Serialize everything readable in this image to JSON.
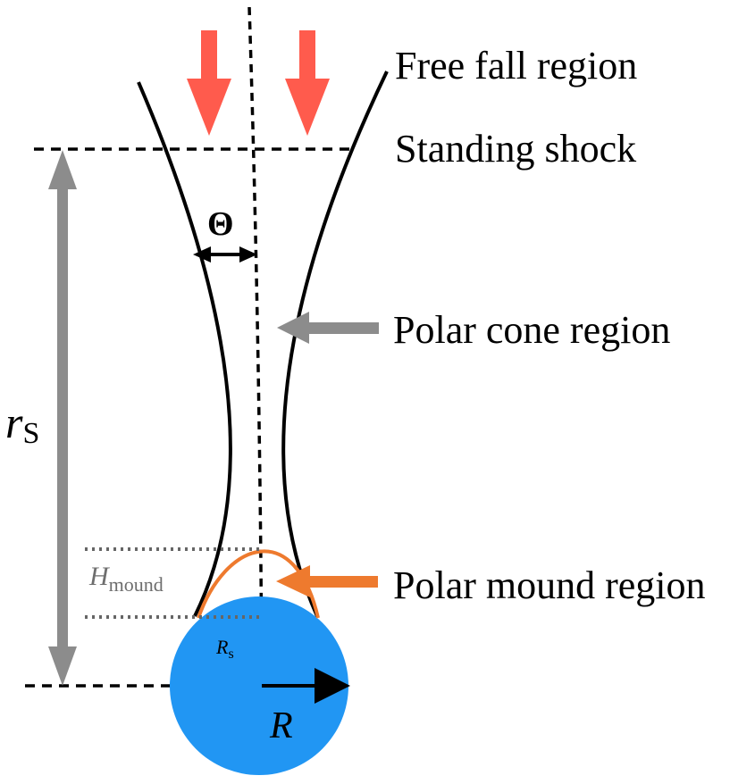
{
  "labels": {
    "free_fall": "Free fall region",
    "standing_shock": "Standing shock",
    "polar_cone": "Polar cone region",
    "polar_mound": "Polar mound region",
    "theta": "Θ",
    "r_shock_main": "r",
    "r_shock_sub": "S",
    "h_mound_main": "H",
    "h_mound_sub": "mound",
    "r_star_main": "R",
    "r_star_sub": "s",
    "radius": "R"
  },
  "colors": {
    "inflow_arrow": "#FF5B4D",
    "star": "#2196F3",
    "mound": "#EE7A2E",
    "grey_arrow": "#8C8C8C",
    "grey_label": "#6E6E6E",
    "line": "#000000",
    "dotted_guide": "#666666"
  }
}
